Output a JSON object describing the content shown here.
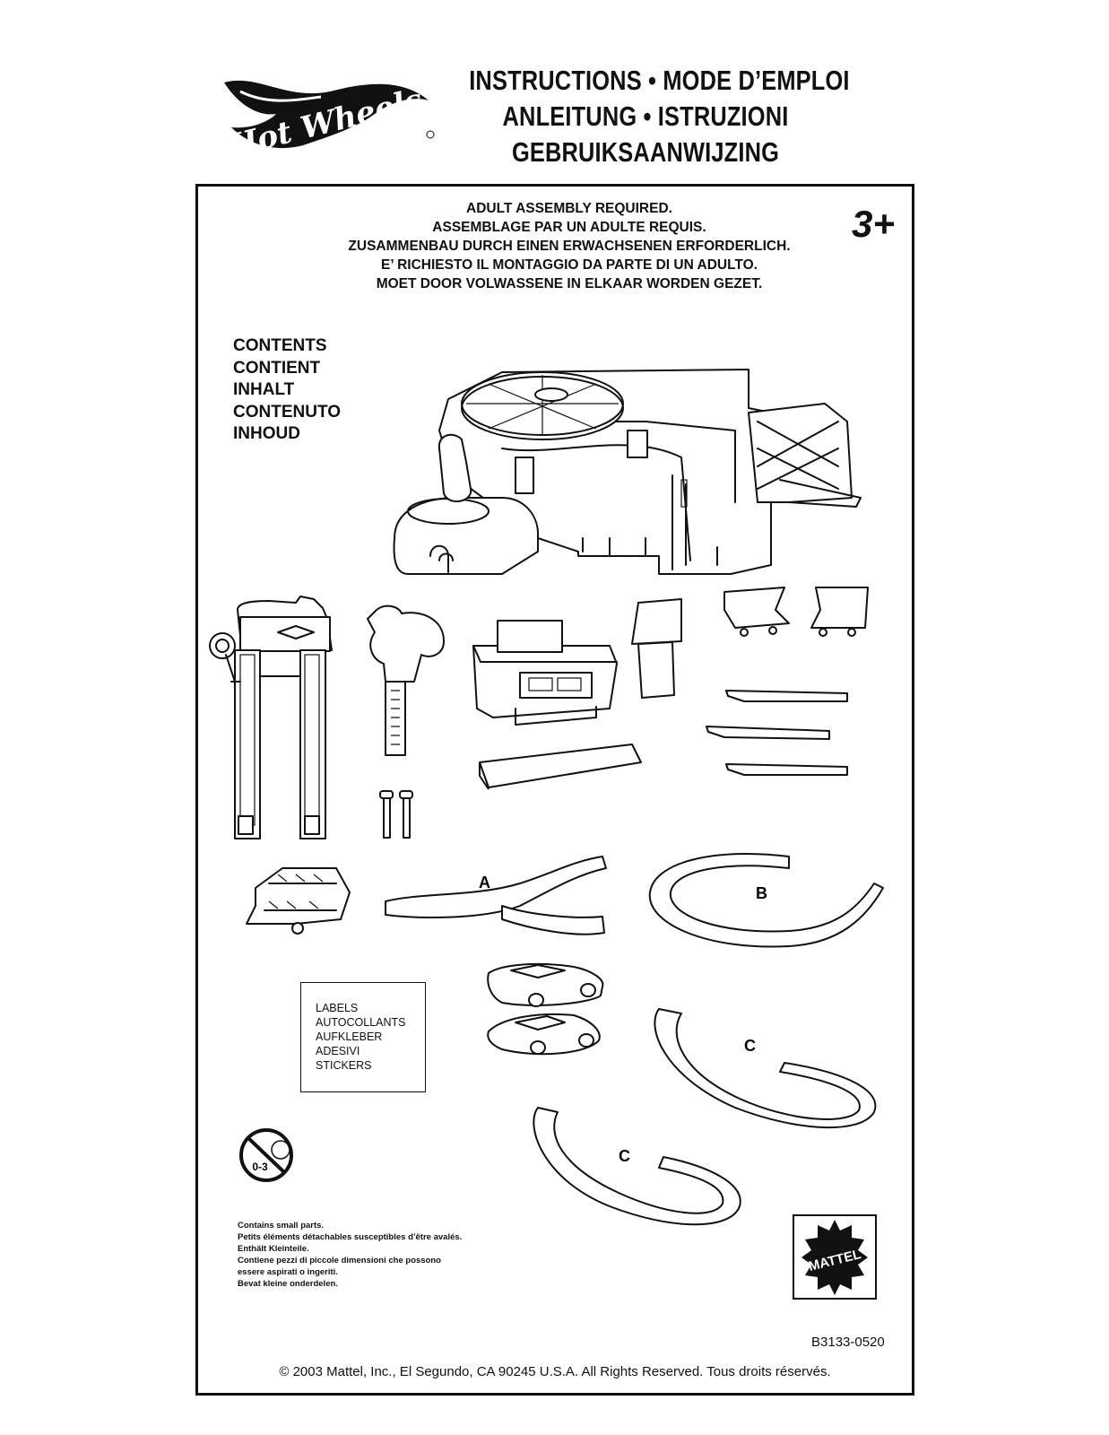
{
  "header": {
    "logo_text": "Hot Wheels",
    "title_lines": [
      "INSTRUCTIONS • MODE D’EMPLOI",
      "ANLEITUNG • ISTRUZIONI",
      "GEBRUIKSAANWIJZING"
    ]
  },
  "assembly_notice": [
    "ADULT ASSEMBLY REQUIRED.",
    "ASSEMBLAGE PAR UN ADULTE REQUIS.",
    "ZUSAMMENBAU DURCH EINEN ERWACHSENEN ERFORDERLICH.",
    "E’ RICHIESTO IL MONTAGGIO DA PARTE DI UN ADULTO.",
    "MOET DOOR VOLWASSENE IN ELKAAR WORDEN GEZET."
  ],
  "age_rating": "3+",
  "contents_heading": [
    "CONTENTS",
    "CONTIENT",
    "INHALT",
    "CONTENUTO",
    "INHOUD"
  ],
  "labels_box": [
    "LABELS",
    "AUTOCOLLANTS",
    "AUFKLEBER",
    "ADESIVI",
    "STICKERS"
  ],
  "track_parts": {
    "a": "A",
    "b": "B",
    "c1": "C",
    "c2": "C"
  },
  "choking_icon_label": "0-3",
  "small_parts_warning": [
    "Contains small parts.",
    "Petits éléments détachables susceptibles d’être avalés.",
    "Enthält Kleinteile.",
    "Contiene pezzi di piccole dimensioni che possono",
    "essere aspirati o ingeriti.",
    "Bevat kleine onderdelen."
  ],
  "brand_logo_text": "MATTEL",
  "product_code": "B3133-0520",
  "copyright": "© 2003 Mattel, Inc., El Segundo, CA 90245 U.S.A. All Rights Reserved. Tous droits réservés."
}
